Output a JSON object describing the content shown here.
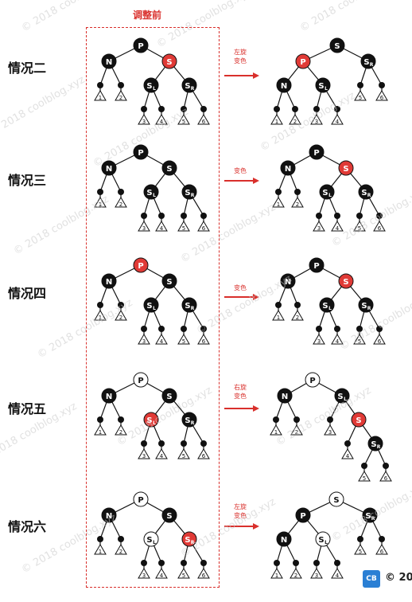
{
  "header": "调整前",
  "watermark": "© 2018 coolblog.xyz",
  "copyright": "© 20",
  "logo": "CB",
  "colors": {
    "black_node": "#111111",
    "red_node": "#e03a36",
    "white_node": "#ffffff",
    "accent": "#d9302c"
  },
  "cases": [
    {
      "label": "情况二",
      "arrow": [
        "左旋",
        "变色"
      ]
    },
    {
      "label": "情况三",
      "arrow": [
        "变色"
      ]
    },
    {
      "label": "情况四",
      "arrow": [
        "变色"
      ]
    },
    {
      "label": "情况五",
      "arrow": [
        "右旋",
        "变色"
      ]
    },
    {
      "label": "情况六",
      "arrow": [
        "左旋",
        "变色"
      ]
    }
  ],
  "node_labels": {
    "P": "P",
    "N": "N",
    "S": "S",
    "SL": "S",
    "SR": "S",
    "L_sub": "L",
    "R_sub": "R"
  },
  "subtree_labels": [
    "1",
    "2",
    "3",
    "4",
    "5",
    "6"
  ]
}
